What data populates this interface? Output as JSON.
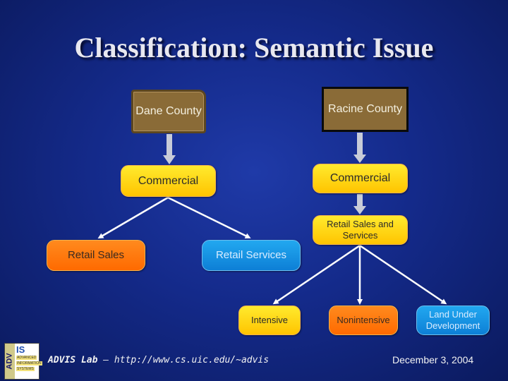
{
  "title": "Classification: Semantic Issue",
  "nodes": {
    "dane_county": "Dane County",
    "racine_county": "Racine County",
    "commercial_left": "Commercial",
    "commercial_right": "Commercial",
    "retail_sales_and_services": "Retail Sales and Services",
    "retail_sales": "Retail Sales",
    "retail_services": "Retail Services",
    "intensive": "Intensive",
    "nonintensive": "Nonintensive",
    "land_under_development": "Land Under Development"
  },
  "footer": {
    "lab": "ADVIS Lab",
    "url_text": " – http://www.cs.uic.edu/~advis",
    "date": "December 3, 2004"
  },
  "logo": {
    "strip_text": "ADV",
    "is_text": "IS"
  },
  "colors": {
    "background": "#142a8a",
    "county_box": "#8a6b37",
    "yellow_node": "#ffd400",
    "orange_node": "#ff7a10",
    "blue_node": "#1494e4"
  },
  "icons": [
    "down-arrow-icon",
    "diagonal-arrow-icon",
    "advis-logo"
  ]
}
